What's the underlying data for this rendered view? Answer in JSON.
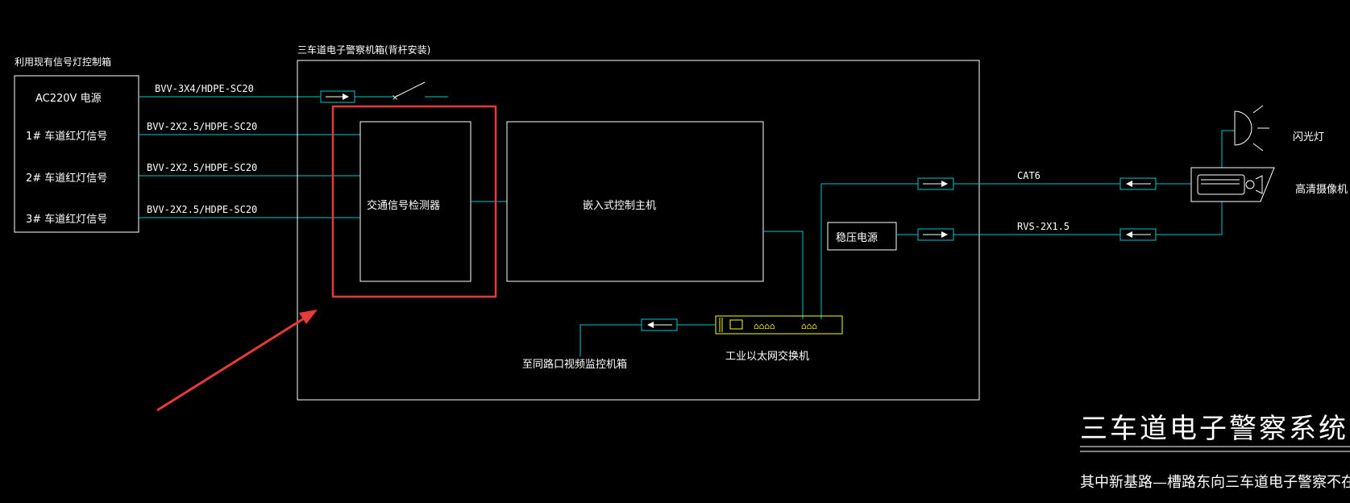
{
  "colors": {
    "background": "#000000",
    "wire": "#00c8c8",
    "frame": "#ffffff",
    "highlight": "#e83a3a",
    "switch": "#ffff00"
  },
  "signal_cabinet": {
    "title": "利用现有信号灯控制箱",
    "rows": [
      "AC220V 电源",
      "1# 车道红灯信号",
      "2# 车道红灯信号",
      "3# 车道红灯信号"
    ]
  },
  "cables": {
    "power": "BVV-3X4/HDPE-SC20",
    "signal1": "BVV-2X2.5/HDPE-SC20",
    "signal2": "BVV-2X2.5/HDPE-SC20",
    "signal3": "BVV-2X2.5/HDPE-SC20",
    "cat6": "CAT6",
    "rvs": "RVS-2X1.5"
  },
  "police_cabinet": {
    "title": "三车道电子警察机箱(背杆安装)",
    "detector": "交通信号检测器",
    "host": "嵌入式控制主机",
    "power_supply": "稳压电源",
    "switch": "工业以太网交换机",
    "video_link": "至同路口视频监控机箱"
  },
  "field_devices": {
    "flash_lamp": "闪光灯",
    "hd_camera": "高清摄像机"
  },
  "title_block": {
    "title": "三车道电子警察系统图",
    "note": "其中新基路—槽路东向三车道电子警察不在本工程"
  }
}
